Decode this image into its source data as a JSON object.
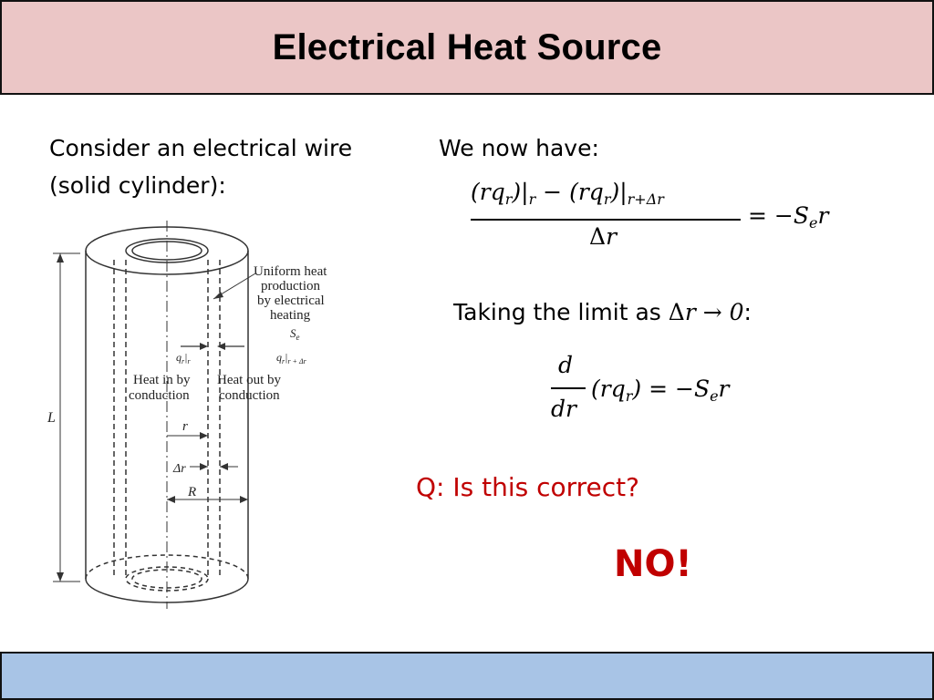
{
  "title": "Electrical Heat Source",
  "left_text_line1": "Consider an electrical wire",
  "left_text_line2": "(solid cylinder):",
  "right_intro": "We now have:",
  "limit_prefix": "Taking the limit as ",
  "limit_suffix": ":",
  "question": "Q: Is this correct?",
  "answer": "NO!",
  "figure": {
    "label_uniform1": "Uniform heat",
    "label_uniform2": "production",
    "label_uniform3": "by electrical",
    "label_uniform4": "heating",
    "label_se": "S",
    "label_se_sub": "e",
    "label_heat_in1": "Heat in by",
    "label_heat_in2": "conduction",
    "label_heat_out1": "Heat out by",
    "label_heat_out2": "conduction",
    "label_L": "L",
    "label_r": "r",
    "label_dr": "Δr",
    "label_R": "R"
  },
  "colors": {
    "title_bg": "#ebc6c6",
    "footer_bg": "#a8c4e6",
    "accent_red": "#c00000"
  }
}
